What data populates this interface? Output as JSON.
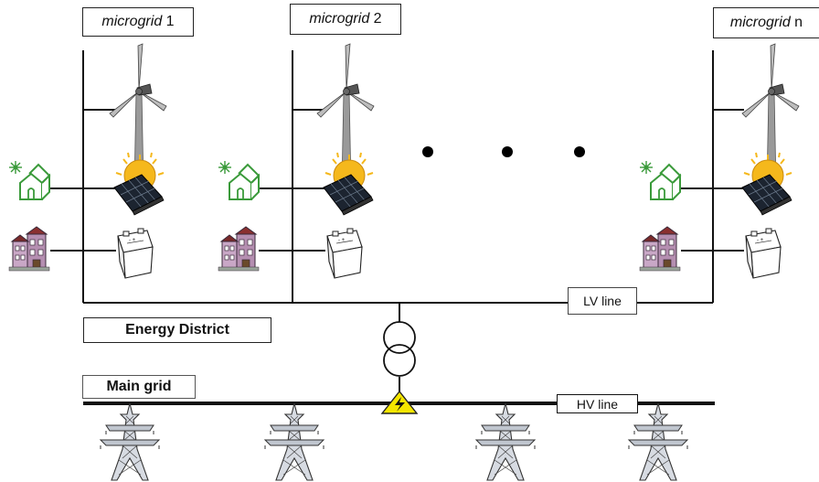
{
  "microgrids": [
    {
      "italic": "microgrid",
      "index": "1"
    },
    {
      "italic": "microgrid",
      "index": "2"
    },
    {
      "italic": "microgrid",
      "index": "n"
    }
  ],
  "labels": {
    "energy_district": "Energy District",
    "main_grid": "Main grid",
    "lv_line": "LV line",
    "hv_line": "HV line"
  },
  "icons": [
    "wind-turbine-icon",
    "solar-panel-icon",
    "battery-icon",
    "green-house-icon",
    "building-icon",
    "transformer-icon",
    "high-voltage-warning-icon",
    "transmission-tower-icon",
    "ellipsis-dot"
  ],
  "colors": {
    "line": "#111111",
    "house": "#3a9a3a",
    "sun": "#f5b81c",
    "warning": "#f5e600",
    "building": "#c9a7c6"
  }
}
